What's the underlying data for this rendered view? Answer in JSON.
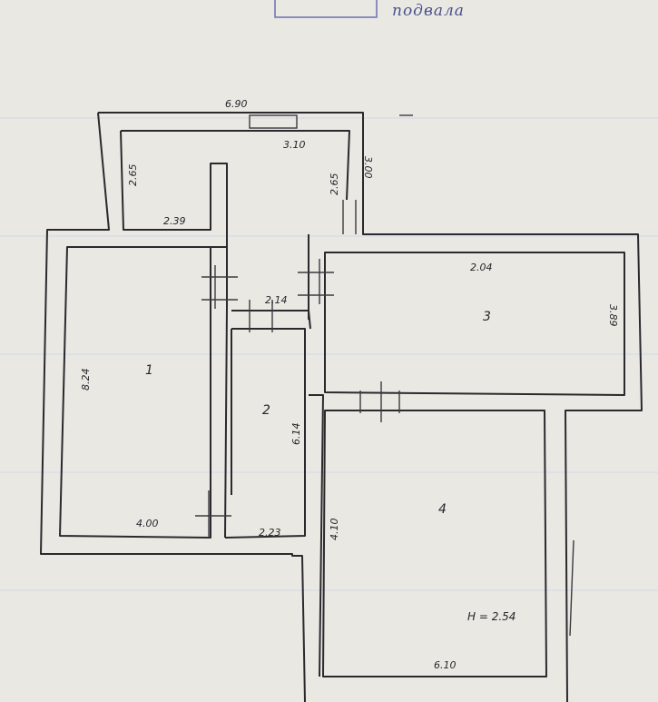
{
  "header": {
    "caption": "подвала"
  },
  "dimensions": {
    "top_overall": "6.90",
    "top_inner": "3.10",
    "left_small_room": "2.65",
    "right_small_room": "2.65",
    "right_outer_small": "3.00",
    "bottom_small_room": "2.39",
    "corridor": "2.14",
    "room1_height": "8.24",
    "room1_width": "4.00",
    "room2_width": "2.23",
    "room2_height": "6.14",
    "room3_width": "2.04",
    "room3_height": "3.89",
    "room4_height": "4.10",
    "room4_width": "6.10"
  },
  "rooms": {
    "r1": "1",
    "r2": "2",
    "r3": "3",
    "r4": "4"
  },
  "ceiling_height": "H = 2.54"
}
